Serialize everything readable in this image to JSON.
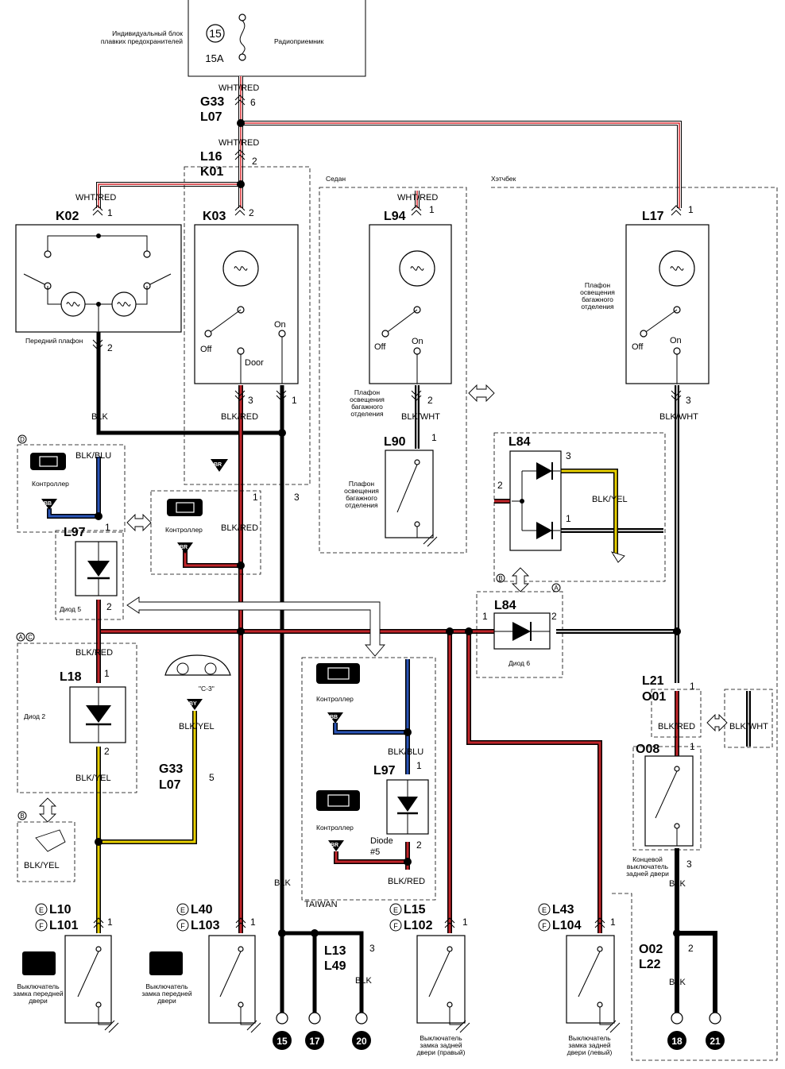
{
  "fuse_block": {
    "label": "Индивидуальный блок плавких предохранителей",
    "num": "15",
    "amp": "15A",
    "radio": "Радиоприемник"
  },
  "wires": {
    "wht_red": "WHT/RED",
    "blk": "BLK",
    "blk_red": "BLK/RED",
    "blk_blu": "BLK/BLU",
    "blk_wht": "BLK/WHT",
    "blk_yel": "BLK/YEL"
  },
  "connectors": {
    "g33a": "G33",
    "l07a": "L07",
    "l16": "L16",
    "k01": "K01",
    "k02": "K02",
    "k03": "K03",
    "l94": "L94",
    "l17": "L17",
    "l90": "L90",
    "l84a": "L84",
    "l84b": "L84",
    "l97a": "L97",
    "l97b": "L97",
    "l18": "L18",
    "l21": "L21",
    "o01": "O01",
    "o08": "O08",
    "g33b": "G33",
    "l07b": "L07",
    "l10": "L10",
    "l101": "L101",
    "l40": "L40",
    "l103": "L103",
    "l15": "L15",
    "l102": "L102",
    "l43": "L43",
    "l104": "L104",
    "l13": "L13",
    "l49": "L49",
    "o02": "O02",
    "l22": "L22"
  },
  "labels": {
    "sedan": "Седан",
    "hatch": "Хэтчбек",
    "front_lamp": "Передний плафон",
    "trunk_lamp_a": "Плафон освещения багажного отделения",
    "trunk_lamp_b": "Плафон освещения багажного отделения",
    "trunk_lamp_c": "Плафон освещения багажного отделения",
    "off": "Off",
    "on": "On",
    "door": "Door",
    "controller": "Контроллер",
    "diode5": "Диод 5",
    "diode2": "Диод 2",
    "diode6": "Диод 6",
    "diode_en": "Diode",
    "diode_num": "#5",
    "taiwan": "TAIWAN",
    "c3": "\"C-3\"",
    "rear_end_sw": "Концевой выключатель задней двери",
    "front_lock_a": "Выключатель замка передней двери",
    "front_lock_b": "Выключатель замка передней двери",
    "rear_lock_r": "Выключатель замка задней двери (правый)",
    "rear_lock_l": "Выключатель замка задней двери (левый)"
  },
  "pins": {
    "p1": "1",
    "p2": "2",
    "p3": "3",
    "p5": "5",
    "p6": "6"
  },
  "grounds": {
    "g15": "15",
    "g17": "17",
    "g20": "20",
    "g18": "18",
    "g21": "21"
  },
  "tags": {
    "bb": "BB",
    "br": "BR",
    "by": "BY",
    "a": "A",
    "b": "B",
    "c": "C",
    "d": "D",
    "e": "E",
    "f": "F"
  },
  "colors": {
    "red": "#d4262b",
    "yellow": "#e8d000",
    "blue": "#2a55b8",
    "black": "#000000"
  }
}
